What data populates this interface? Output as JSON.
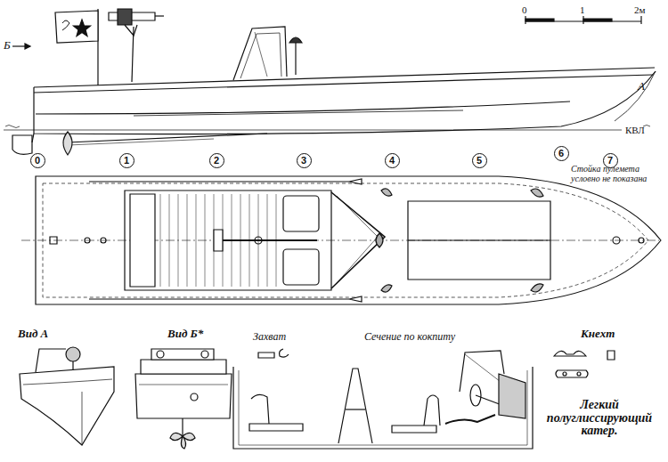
{
  "diagram": {
    "caption": "Легкий полуглиссирующий катер.",
    "nodes": [
      {
        "text": [
          "0"
        ]
      },
      {
        "text": [
          "1"
        ]
      },
      {
        "text": [
          "2"
        ]
      },
      {
        "text": [
          "3"
        ]
      },
      {
        "text": [
          "4"
        ]
      },
      {
        "text": [
          "5"
        ]
      },
      {
        "text": [
          "6"
        ]
      },
      {
        "text": [
          "7"
        ]
      }
    ],
    "labels": [
      "Б",
      "А",
      "КВЛ",
      "0",
      "1",
      "2м",
      "Стойка пулемета условно не показана",
      "Вид А",
      "Вид Б*",
      "Захват",
      "Сечение по кокпиту",
      "Кнехт"
    ]
  }
}
